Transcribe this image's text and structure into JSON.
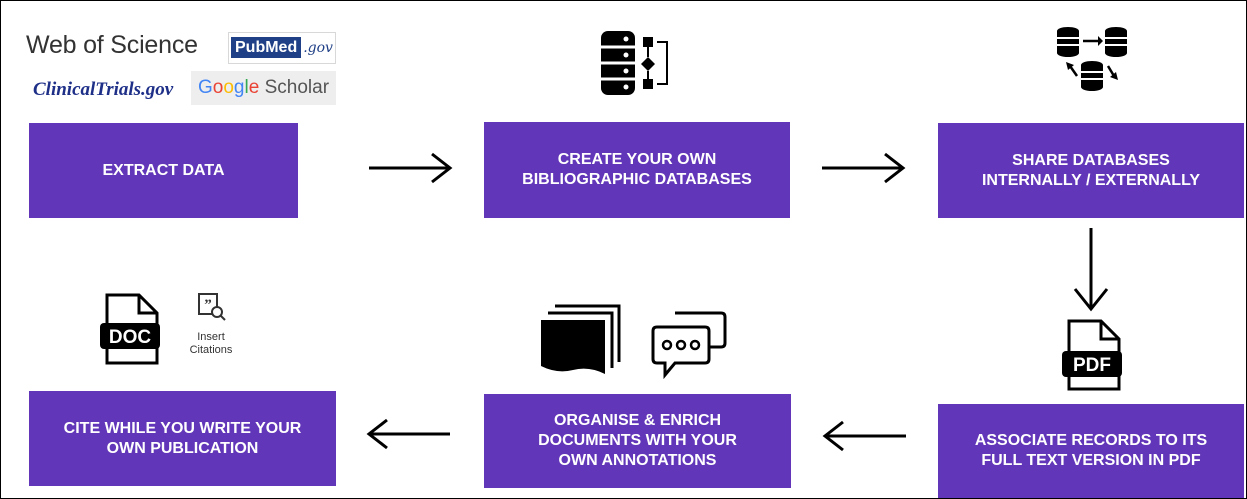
{
  "logos": {
    "web_of_science": "Web of Science",
    "pubmed_main": "Pub",
    "pubmed_med": "Med",
    "pubmed_suffix": ".gov",
    "clinicaltrials": "ClinicalTrials.gov",
    "google": [
      "G",
      "o",
      "o",
      "g",
      "l",
      "e"
    ],
    "scholar": "Scholar"
  },
  "steps": {
    "extract": "EXTRACT DATA",
    "create": "CREATE YOUR OWN\nBIBLIOGRAPHIC  DATABASES",
    "share": "SHARE DATABASES\nINTERNALLY / EXTERNALLY",
    "associate": "ASSOCIATE RECORDS TO ITS\nFULL TEXT VERSION IN PDF",
    "organise": "ORGANISE & ENRICH\nDOCUMENTS WITH YOUR\nOWN ANNOTATIONS",
    "cite": "CITE WHILE YOU WRITE YOUR\nOWN PUBLICATION"
  },
  "icons": {
    "doc_label": "DOC",
    "pdf_label": "PDF",
    "insert_citations": "Insert\nCitations",
    "names": [
      "database-flow-icon",
      "database-share-icon",
      "pdf-file-icon",
      "documents-stack-icon",
      "chat-bubbles-icon",
      "doc-file-icon",
      "insert-citations-icon"
    ]
  },
  "colors": {
    "box_fill": "#6236b8",
    "box_text": "#ffffff",
    "arrow": "#000000"
  }
}
